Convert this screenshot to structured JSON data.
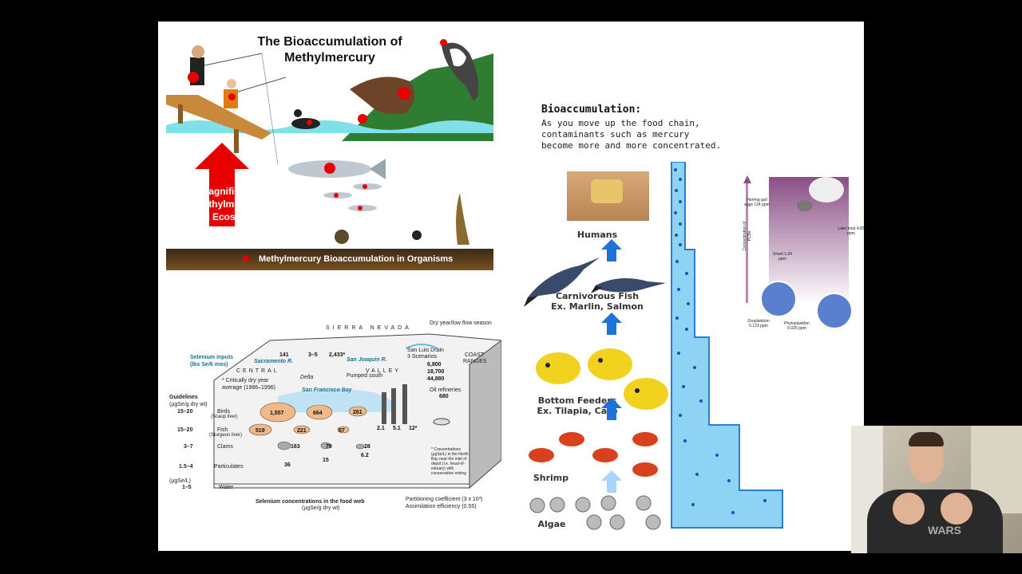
{
  "slide": {
    "methylmercury": {
      "title_line1": "The Bioaccumulation of",
      "title_line2": "Methylmercury",
      "biomag_line1": "Biomagnification",
      "biomag_line2": "of Methylmercury",
      "biomag_line3": "in the Ecosystem",
      "legend": "Methylmercury Bioaccumulation in Organisms",
      "colors": {
        "water": "#1bb3c0",
        "arrow": "#e60000",
        "dot": "#e60000",
        "land": "#2e7d32"
      }
    },
    "bioaccumulation": {
      "heading": "Bioaccumulation:",
      "text": "As you move up the food chain,\ncontaminants such as mercury\nbecome more and more concentrated.",
      "levels": [
        {
          "label": "Humans"
        },
        {
          "label": "Carnivorous Fish",
          "sub": "Ex. Marlin, Salmon"
        },
        {
          "label": "Bottom Feeders",
          "sub": "Ex. Tilapia, Carp"
        },
        {
          "label": "Shrimp"
        },
        {
          "label": "Algae"
        }
      ],
      "colors": {
        "arrow": "#1e73d8",
        "bar": "#8fd3f4",
        "dots": "#1556b8"
      }
    },
    "selenium": {
      "region_top": "SIERRA   NEVADA",
      "season": "Dry year/low flow season",
      "inputs_label": "Selenium inputs",
      "inputs_unit": "(lbs Se/6 mos)",
      "central": "CENTRAL",
      "valley": "VALLEY",
      "sacramento": "Sacramento R.",
      "sanjoaquin": "San Joaquin R.",
      "delta": "Delta",
      "sf_bay": "San Francisco Bay",
      "pumped": "Pumped south",
      "drain": "San Luis Drain",
      "scenarios": "3 Scenarios",
      "coast": "COAST",
      "ranges": "RANGES",
      "oil": "Oil refineries",
      "oil_val": "680",
      "input_141": "141",
      "input_35": "3–5",
      "input_2433": "2,433*",
      "scen_vals": [
        "6,800",
        "18,700",
        "44,880"
      ],
      "critical": "* Critically dry year average (1986–1996)",
      "guidelines": "Guidelines",
      "guide_unit": "(µgSe/g dry wt)",
      "rows": [
        {
          "range": "15–20",
          "name": "Birds",
          "sub": "(Scaup liver)"
        },
        {
          "range": "15–20",
          "name": "Fish",
          "sub": "(Sturgeon liver)"
        },
        {
          "range": "3–7",
          "name": "Clams",
          "sub": ""
        },
        {
          "range": "1.5–4",
          "name": "Particulates",
          "sub": ""
        },
        {
          "range": "1–5",
          "name": "Water",
          "sub": ""
        }
      ],
      "water_unit": "(µgSe/L)",
      "birds": [
        "1,557",
        "664",
        "261"
      ],
      "fish": [
        "519",
        "221",
        "87"
      ],
      "clams": [
        "163",
        "70",
        "28"
      ],
      "particulates": [
        "36",
        "15",
        "6.2"
      ],
      "water_vals": [
        "2.1",
        "5.1",
        "12*"
      ],
      "note": "* Concentrations (µgSe/L) in the North Bay near the inlet of depot (i.e. head-of-estuary) with conservative mixing",
      "caption": "Selenium concentrations in the food web",
      "caption_unit": "(µgSe/g dry wt)",
      "kd": "Partitioning coefficient (3 x 10³)",
      "ae": "Assimilation efficiency (0.55)"
    },
    "pcb": {
      "axis": "Concentration of PCBs",
      "herring": "Herring gull eggs 124 ppm",
      "trout": "Lake trout 4.83 ppm",
      "smelt": "Smelt 1.04 ppm",
      "zoo": "Zooplankton 0.123 ppm",
      "phyto": "Phytoplankton 0.025 ppm"
    }
  },
  "webcam": {
    "shirt_text": "WARS"
  }
}
